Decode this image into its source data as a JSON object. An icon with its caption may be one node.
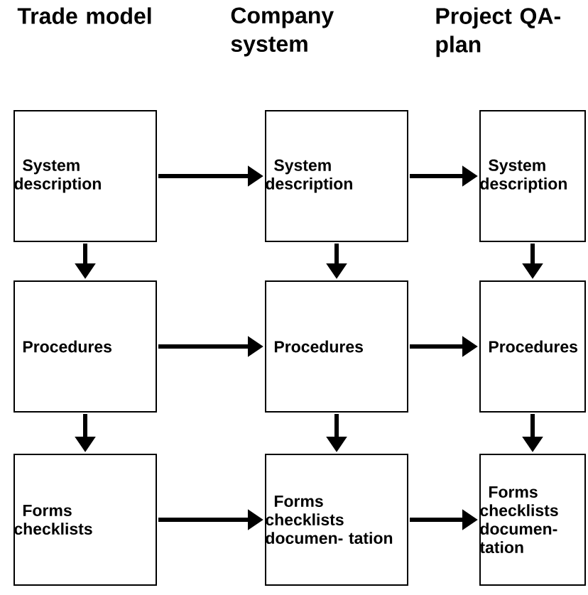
{
  "diagram": {
    "nodes": [
      {
        "text": [
          "System description"
        ]
      },
      {
        "text": [
          "System description"
        ]
      },
      {
        "text": [
          "System description"
        ]
      },
      {
        "text": [
          "Procedures"
        ]
      },
      {
        "text": [
          "Procedures"
        ]
      },
      {
        "text": [
          "Procedures"
        ]
      },
      {
        "text": [
          "Forms checklists"
        ]
      },
      {
        "text": [
          "Forms checklists documen- tation"
        ]
      },
      {
        "text": [
          "Forms checklists documen- tation"
        ]
      }
    ],
    "edges": [
      {
        "from": 0,
        "to": 1,
        "arrow": "to"
      },
      {
        "from": 1,
        "to": 2,
        "arrow": "to"
      },
      {
        "from": 0,
        "to": 3,
        "arrow": "to"
      },
      {
        "from": 1,
        "to": 4,
        "arrow": "to"
      },
      {
        "from": 2,
        "to": 5,
        "arrow": "to"
      },
      {
        "from": 3,
        "to": 4,
        "arrow": "to"
      },
      {
        "from": 4,
        "to": 5,
        "arrow": "to"
      },
      {
        "from": 3,
        "to": 6,
        "arrow": "to"
      },
      {
        "from": 4,
        "to": 7,
        "arrow": "to"
      },
      {
        "from": 5,
        "to": 8,
        "arrow": "to"
      },
      {
        "from": 6,
        "to": 7,
        "arrow": "to"
      },
      {
        "from": 7,
        "to": 8,
        "arrow": "to"
      }
    ],
    "labels": [
      "Trade model",
      "Company system",
      "Project QA-plan"
    ]
  }
}
